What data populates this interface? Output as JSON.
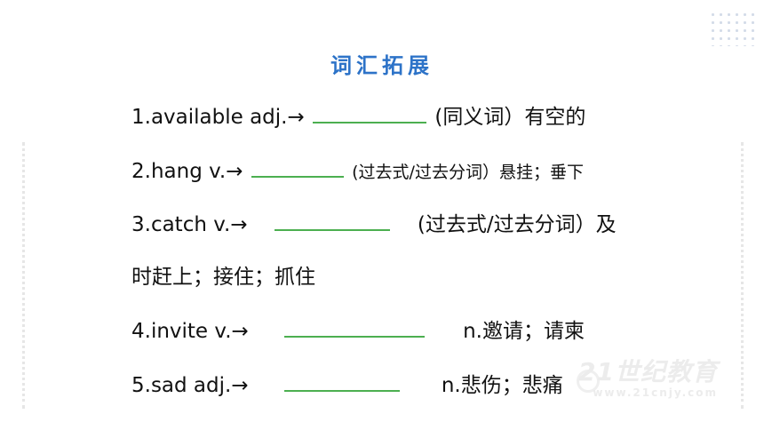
{
  "title": "词汇拓展",
  "items": [
    {
      "prefix": "1.available adj.→",
      "suffix": "(同义词）有空的"
    },
    {
      "prefix": "2.hang v.→",
      "suffix": "(过去式/过去分词）悬挂；垂下"
    },
    {
      "prefix": "3.catch v.→",
      "suffix": "(过去式/过去分词）及",
      "continuation": "时赶上；接住；抓住"
    },
    {
      "prefix": "4.invite v.→",
      "suffix": "n.邀请；请柬"
    },
    {
      "prefix": "5.sad adj.→",
      "suffix": "n.悲伤；悲痛"
    }
  ],
  "watermark": {
    "brand": "21世纪教育",
    "url": "www.21cnjy.com"
  },
  "colors": {
    "title": "#2d73c8",
    "blank_line": "#4caf50",
    "text": "#111111",
    "watermark": "#ececec",
    "dots": "#cfd8e6"
  },
  "icons": {
    "corner": "dot-grid-decoration",
    "watermark": "runner-logo-icon"
  }
}
